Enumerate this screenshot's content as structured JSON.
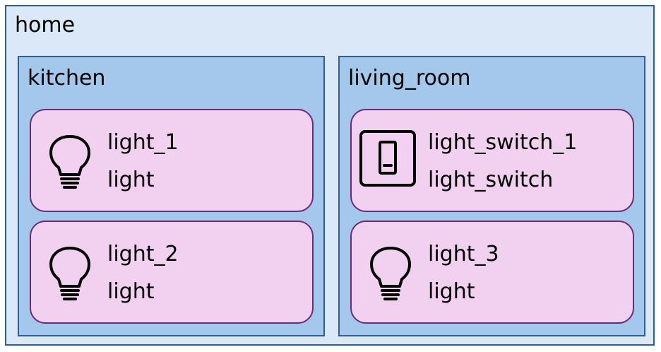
{
  "home": {
    "label": "home",
    "rooms": [
      {
        "label": "kitchen",
        "devices": [
          {
            "name": "light_1",
            "type": "light",
            "icon": "lightbulb-icon"
          },
          {
            "name": "light_2",
            "type": "light",
            "icon": "lightbulb-icon"
          }
        ]
      },
      {
        "label": "living_room",
        "devices": [
          {
            "name": "light_switch_1",
            "type": "light_switch",
            "icon": "light-switch-icon"
          },
          {
            "name": "light_3",
            "type": "light",
            "icon": "lightbulb-icon"
          }
        ]
      }
    ]
  },
  "colors": {
    "home_fill": "#dbe8f7",
    "room_fill": "#a4c8ec",
    "container_border": "#2e5f92",
    "device_fill": "#f2d0f0",
    "device_border": "#6e2a76"
  }
}
